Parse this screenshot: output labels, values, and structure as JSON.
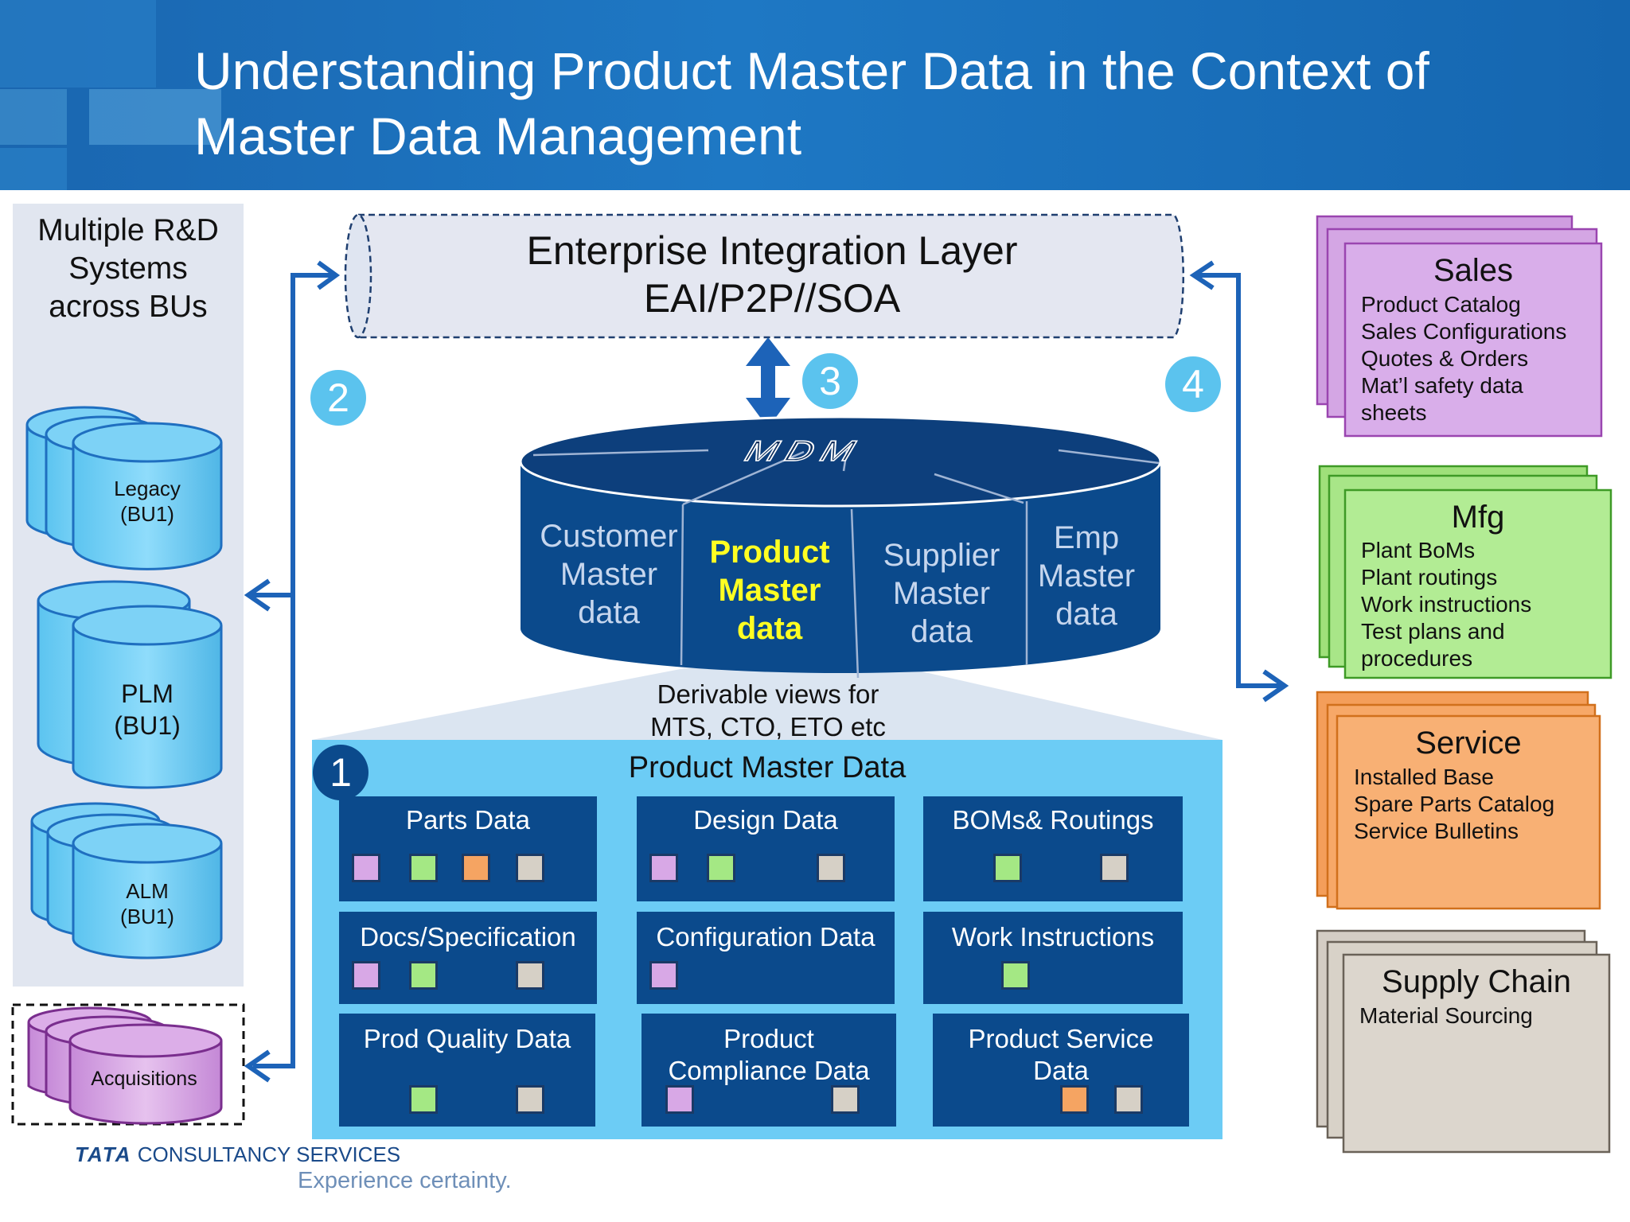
{
  "header": {
    "title_line1": "Understanding Product Master Data in the Context of",
    "title_line2": "Master Data Management"
  },
  "left": {
    "heading": [
      "Multiple R&D",
      "Systems",
      "across BUs"
    ],
    "systems": [
      {
        "name": "Legacy",
        "bu": "(BU1)"
      },
      {
        "name": "PLM",
        "bu": "(BU1)"
      },
      {
        "name": "ALM",
        "bu": "(BU1)"
      }
    ],
    "acquisitions": "Acquisitions"
  },
  "integration": {
    "line1": "Enterprise Integration Layer",
    "line2": "EAI/P2P//SOA"
  },
  "steps": [
    "1",
    "2",
    "3",
    "4"
  ],
  "mdm": {
    "label": "MDM",
    "segments": [
      [
        "Customer",
        "Master",
        "data"
      ],
      [
        "Product",
        "Master",
        "data"
      ],
      [
        "Supplier",
        "Master",
        "data"
      ],
      [
        "Emp",
        "Master",
        "data"
      ]
    ]
  },
  "derivable": [
    "Derivable views for",
    "MTS, CTO, ETO etc"
  ],
  "pmd": {
    "title": "Product Master Data",
    "boxes": [
      {
        "label": [
          "Parts Data"
        ],
        "swatches": [
          "purple",
          "green",
          "orange",
          "gray"
        ]
      },
      {
        "label": [
          "Design Data"
        ],
        "swatches": [
          "purple",
          "green",
          "gray"
        ]
      },
      {
        "label": [
          "BOMs& Routings"
        ],
        "swatches": [
          "green",
          "gray"
        ]
      },
      {
        "label": [
          "Docs/Specification"
        ],
        "swatches": [
          "purple",
          "green",
          "gray"
        ]
      },
      {
        "label": [
          "Configuration Data"
        ],
        "swatches": [
          "purple"
        ]
      },
      {
        "label": [
          "Work Instructions"
        ],
        "swatches": [
          "green"
        ]
      },
      {
        "label": [
          "Prod Quality Data"
        ],
        "swatches": [
          "green",
          "gray"
        ]
      },
      {
        "label": [
          "Product",
          "Compliance Data"
        ],
        "swatches": [
          "purple",
          "gray"
        ]
      },
      {
        "label": [
          "Product Service",
          "Data"
        ],
        "swatches": [
          "orange",
          "gray"
        ]
      }
    ]
  },
  "consumers": [
    {
      "title": "Sales",
      "items": [
        "Product Catalog",
        "Sales Configurations",
        "Quotes & Orders",
        "Mat’l safety data",
        "sheets"
      ],
      "color": "purple"
    },
    {
      "title": "Mfg",
      "items": [
        "Plant BoMs",
        "Plant routings",
        "Work instructions",
        "Test plans and",
        "procedures"
      ],
      "color": "green"
    },
    {
      "title": "Service",
      "items": [
        "Installed Base",
        "Spare Parts Catalog",
        "Service Bulletins"
      ],
      "color": "orange"
    },
    {
      "title": "Supply Chain",
      "items": [
        "Material Sourcing"
      ],
      "color": "gray"
    }
  ],
  "colors": {
    "purple": "#d8a8e6",
    "green": "#a4e884",
    "orange": "#f5a462",
    "gray": "#d6d0c6",
    "navy": "#0b4a8c",
    "header_blue": "#1a66b0",
    "step_circle": "#5bc3ee",
    "mdm_highlight": "#ffff22"
  },
  "footer": {
    "brand_bold": "TATA",
    "brand_rest": " CONSULTANCY SERVICES",
    "tagline": "Experience certainty."
  }
}
